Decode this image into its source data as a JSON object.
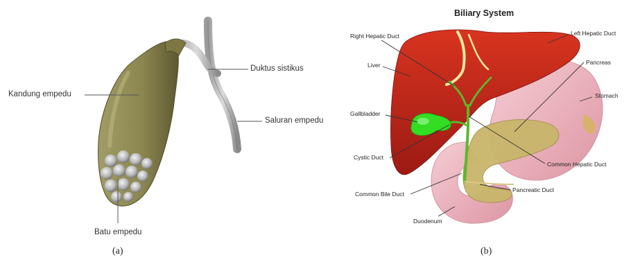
{
  "figure_a": {
    "caption": "(a)",
    "labels": {
      "kandung_empedu": "Kandung empedu",
      "duktus_sistikus": "Duktus sistikus",
      "saluran_empedu": "Saluran empedu",
      "batu_empedu": "Batu empedu"
    }
  },
  "figure_b": {
    "title": "Biliary System",
    "caption": "(b)",
    "labels": {
      "right_hepatic_duct": "Right Hepatic Duct",
      "left_hepatic_duct": "Left Hepatic Duct",
      "liver": "Liver",
      "pancreas": "Pancreas",
      "stomach": "Stomach",
      "gallbladder": "Gallbladder",
      "cystic_duct": "Cystic Duct",
      "common_hepatic_duct": "Common Hepatic Duct",
      "common_bile_duct": "Common Bile Duct",
      "pancreatic_duct": "Pancreatic Duct",
      "duodenum": "Duodenum"
    }
  },
  "colors": {
    "gallbladder_a": "#8f8a55",
    "stones": "#b9b9b9",
    "liver": "#c0281e",
    "stomach": "#efb6c0",
    "pancreas": "#c8b56a",
    "gallbladder_b": "#33dd22",
    "falciform": "#f3e9a0"
  }
}
